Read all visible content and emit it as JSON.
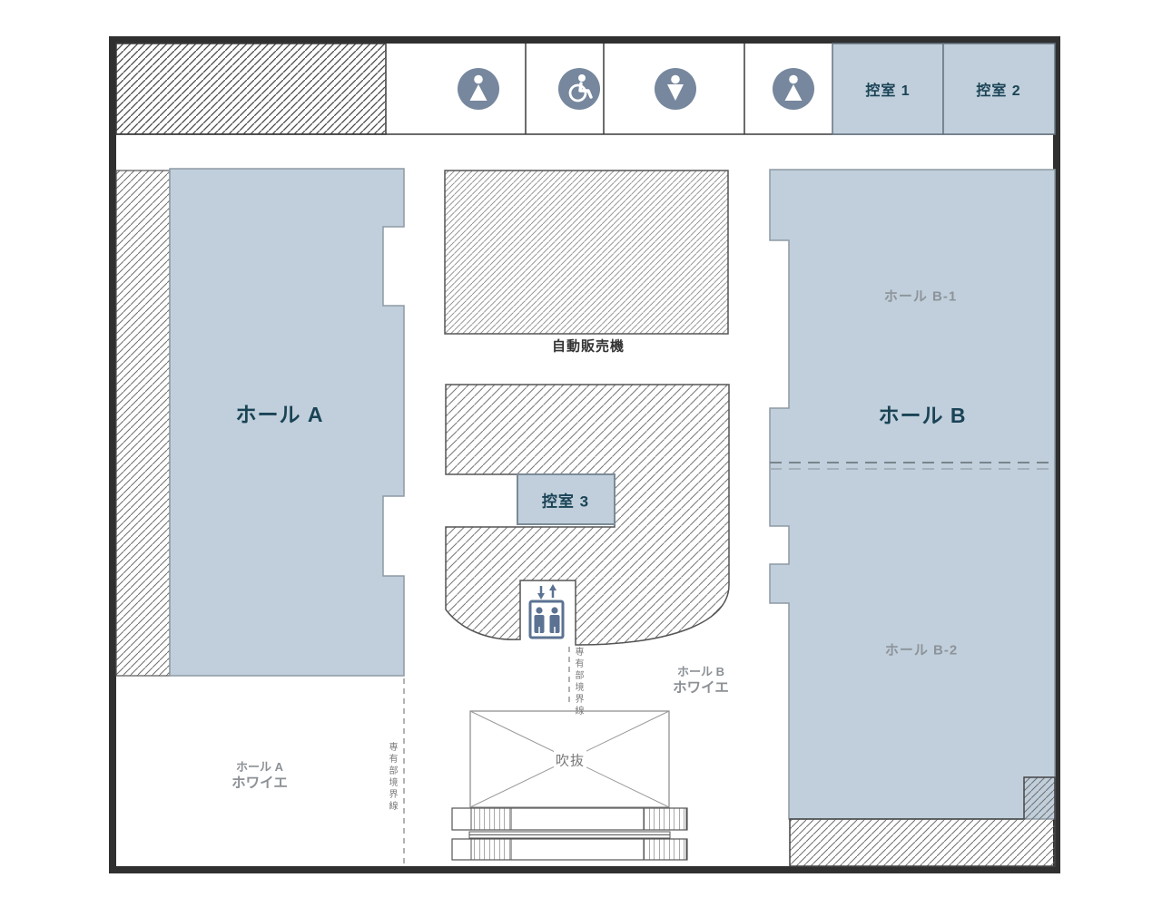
{
  "colors": {
    "hall_fill": "#c0cfdb",
    "hall_border": "#8e9aa4",
    "icon_slate": "#76879e",
    "navy_text": "#1a4356",
    "gray_label": "#8c9196",
    "outer_border": "#303030"
  },
  "top_row": {
    "waiting_room_1": "控室 1",
    "waiting_room_2": "控室 2",
    "icons": [
      "toilet-male",
      "accessible-toilet",
      "toilet-female",
      "toilet-male"
    ]
  },
  "halls": {
    "hall_a": "ホール A",
    "hall_b": "ホール B",
    "hall_b1": "ホール B-1",
    "hall_b2": "ホール B-2"
  },
  "rooms": {
    "waiting_room_3": "控室 3"
  },
  "labels": {
    "vending_machine": "自動販売機",
    "atrium": "吹抜",
    "foyer_a_hall": "ホール A",
    "foyer_a": "ホワイエ",
    "foyer_b_hall": "ホール B",
    "foyer_b": "ホワイエ",
    "boundary_left": "専有部境界線",
    "boundary_center": "専有部境界線"
  }
}
